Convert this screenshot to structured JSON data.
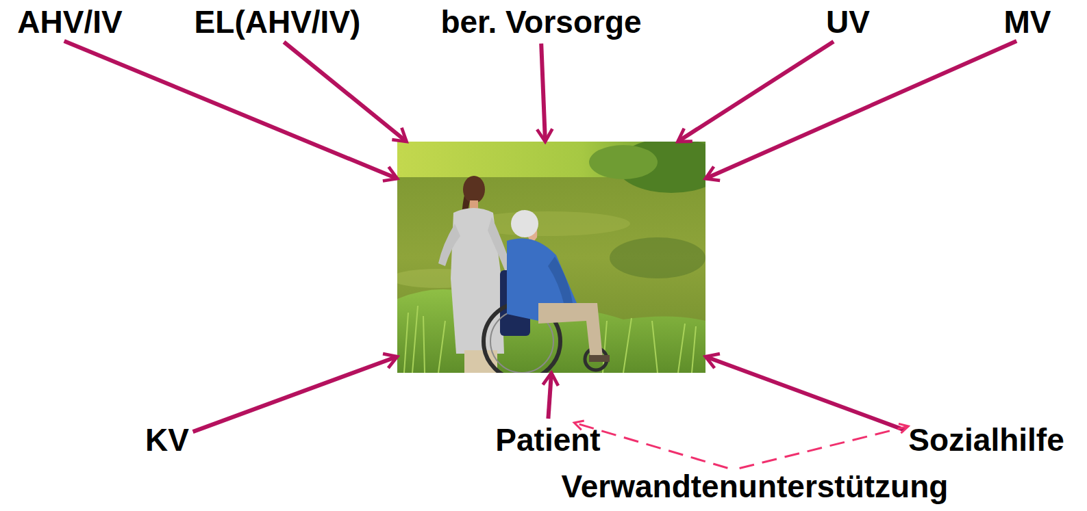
{
  "diagram": {
    "nodes": [
      {
        "text": [
          "AHV/IV"
        ]
      },
      {
        "text": [
          "EL(AHV/IV)"
        ]
      },
      {
        "text": [
          "ber. Vorsorge"
        ]
      },
      {
        "text": [
          "UV"
        ]
      },
      {
        "text": [
          "MV"
        ]
      },
      {
        "text": []
      },
      {
        "text": [
          "KV"
        ]
      },
      {
        "text": [
          "Patient"
        ]
      },
      {
        "text": [
          "Sozialhilfe"
        ]
      },
      {
        "text": [
          "Verwandtenunterstützung"
        ]
      }
    ],
    "edges": [
      {
        "from": 0,
        "to": 5,
        "arrow": "to"
      },
      {
        "from": 1,
        "to": 5,
        "arrow": "to"
      },
      {
        "from": 2,
        "to": 5,
        "arrow": "to"
      },
      {
        "from": 3,
        "to": 5,
        "arrow": "to"
      },
      {
        "from": 4,
        "to": 5,
        "arrow": "to"
      },
      {
        "from": 6,
        "to": 5,
        "arrow": "to"
      },
      {
        "from": 7,
        "to": 5,
        "arrow": "to"
      },
      {
        "from": 8,
        "to": 5,
        "arrow": "to"
      },
      {
        "from": 9,
        "to": 7,
        "arrow": "to"
      },
      {
        "from": 9,
        "to": 8,
        "arrow": "to"
      }
    ]
  }
}
